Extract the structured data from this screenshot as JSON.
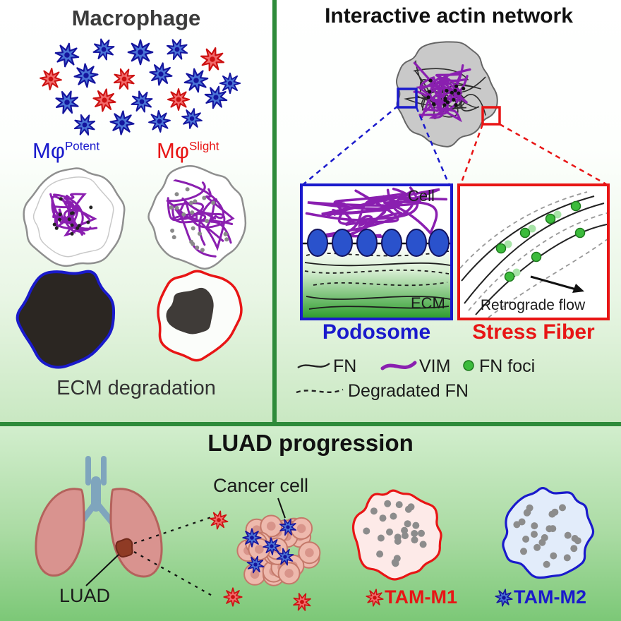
{
  "figure": {
    "macrophage": {
      "title": "Macrophage",
      "potent": {
        "base": "Mφ",
        "sup": "Potent"
      },
      "slight": {
        "base": "Mφ",
        "sup": "Slight"
      },
      "caption": "ECM degradation"
    },
    "actin": {
      "title": "Interactive actin network",
      "cell": "Cell",
      "ecm": "ECM",
      "podosome": "Podosome",
      "stress_fiber": "Stress Fiber",
      "retrograde": "Retrograde flow",
      "legend": {
        "fn": "FN",
        "vim": "VIM",
        "fn_foci": "FN foci",
        "degradated_fn": "Degradated FN"
      }
    },
    "luad": {
      "title": "LUAD progression",
      "cancer_cell": "Cancer cell",
      "luad": "LUAD",
      "tam_m1": "TAM-M1",
      "tam_m2": "TAM-M2"
    },
    "colors": {
      "potent_blue": "#1a1acc",
      "slight_red": "#e81515",
      "vim_purple": "#8a1fb0",
      "fn_foci_green": "#3cbb3c",
      "divider_green": "#2e8b3a"
    }
  }
}
